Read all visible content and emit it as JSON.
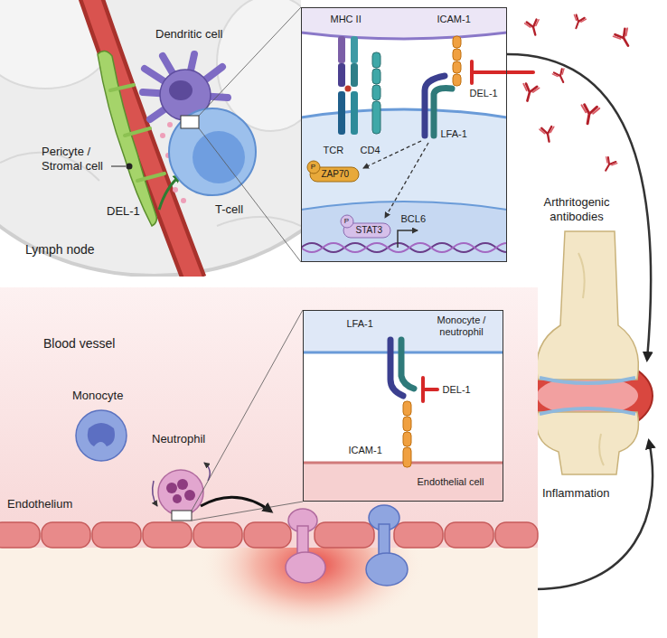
{
  "diagram": {
    "nodes": [
      {
        "text": [
          "MHC II",
          "ICAM-1",
          "DEL-1",
          "TCR",
          "CD4",
          "LFA-1",
          "P",
          "ZAP70",
          "P",
          "STAT3",
          "BCL6"
        ]
      },
      {
        "text": [
          "LFA-1",
          "Monocyte / neutrophil",
          "DEL-1",
          "ICAM-1",
          "Endothelial cell"
        ]
      }
    ],
    "labels": [
      "Dendritic cell",
      "Pericyte / Stromal cell",
      "DEL-1",
      "T-cell",
      "Lymph node",
      "Arthritogenic antibodies",
      "Inflammation",
      "Blood vessel",
      "Monocyte",
      "Neutrophil",
      "Endothelium"
    ]
  }
}
